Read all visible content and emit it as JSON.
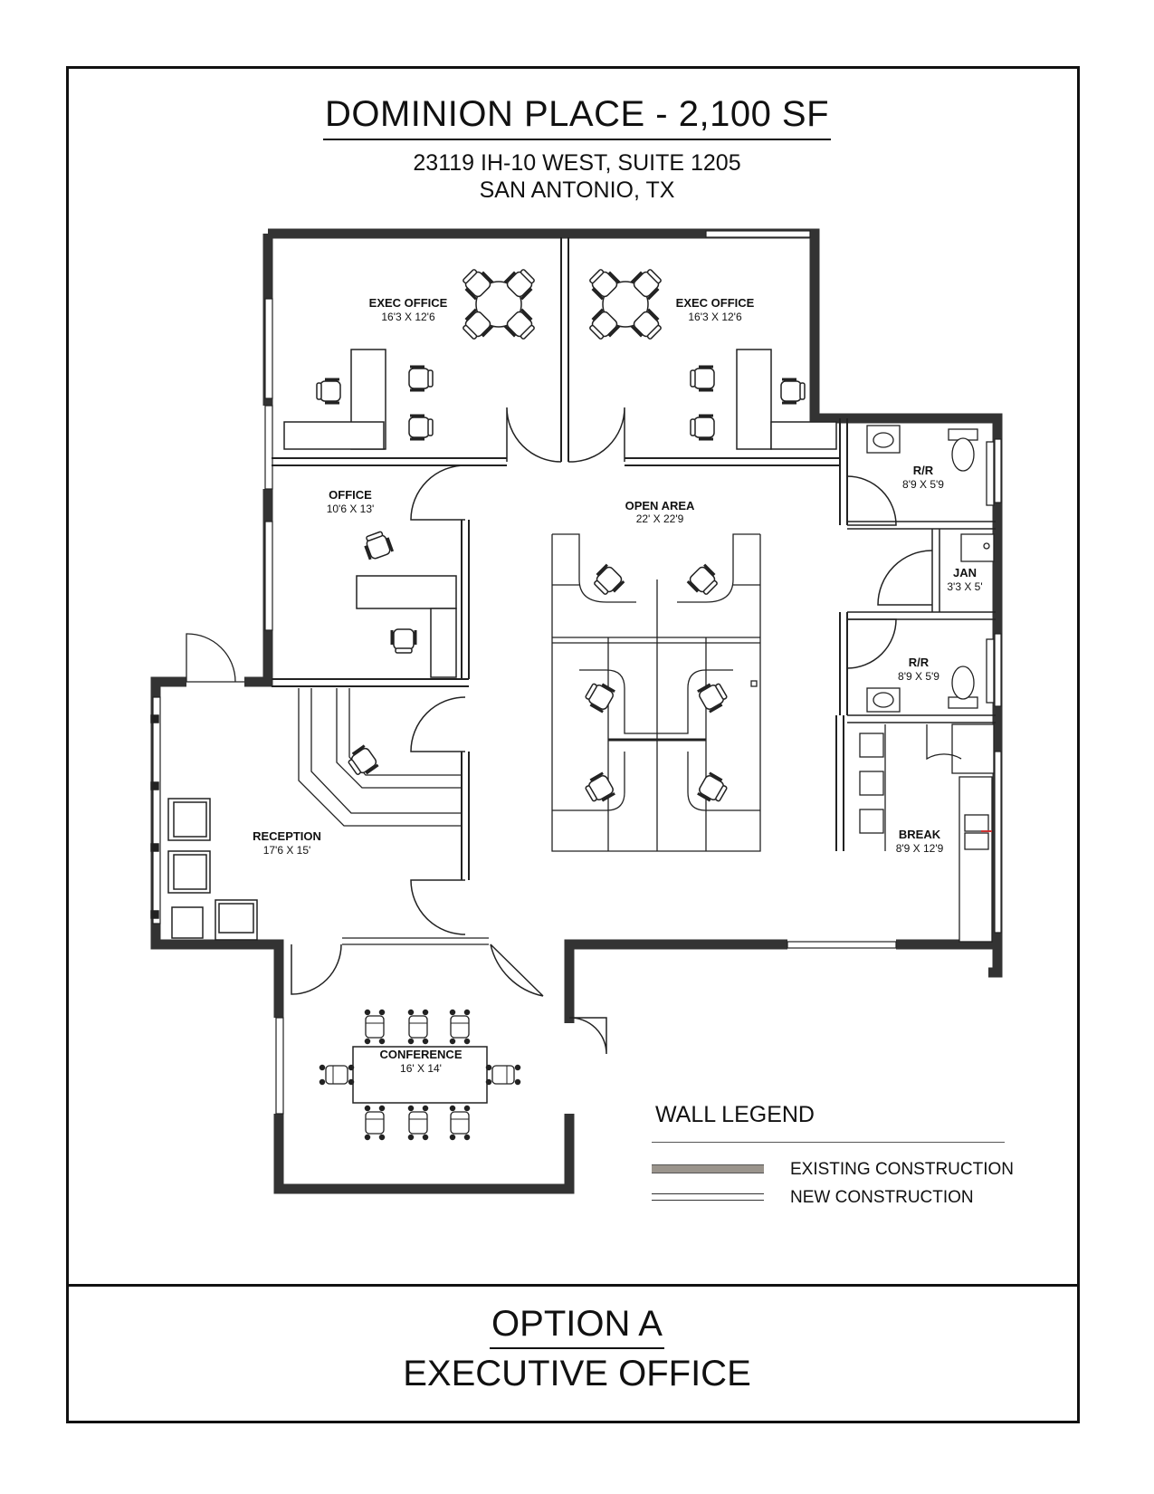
{
  "header": {
    "title": "DOMINION PLACE - 2,100 SF",
    "address_line1": "23119 IH-10 WEST, SUITE 1205",
    "address_line2": "SAN ANTONIO, TX"
  },
  "rooms": [
    {
      "name": "EXEC OFFICE",
      "size": "16'3 X 12'6"
    },
    {
      "name": "EXEC OFFICE",
      "size": "16'3 X 12'6"
    },
    {
      "name": "OFFICE",
      "size": "10'6 X 13'"
    },
    {
      "name": "OPEN AREA",
      "size": "22' X 22'9"
    },
    {
      "name": "R/R",
      "size": "8'9 X 5'9"
    },
    {
      "name": "JAN",
      "size": "3'3 X 5'"
    },
    {
      "name": "R/R",
      "size": "8'9 X 5'9"
    },
    {
      "name": "RECEPTION",
      "size": "17'6 X 15'"
    },
    {
      "name": "BREAK",
      "size": "8'9 X 12'9"
    },
    {
      "name": "CONFERENCE",
      "size": "16' X 14'"
    }
  ],
  "legend": {
    "title": "WALL LEGEND",
    "existing": "EXISTING CONSTRUCTION",
    "new": "NEW CONSTRUCTION",
    "existing_color": "#9a948c"
  },
  "footer": {
    "option": "OPTION A",
    "subtitle": "EXECUTIVE OFFICE"
  }
}
